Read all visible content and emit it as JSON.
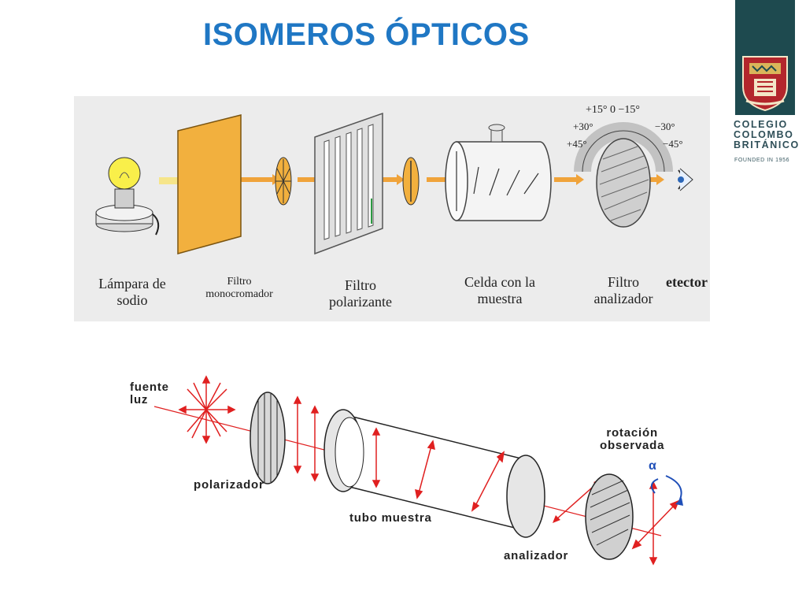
{
  "slide": {
    "title": "ISOMEROS ÓPTICOS",
    "accent_color": "#1f77c4",
    "brand": {
      "line1": "COLEGIO",
      "line2": "COLOMBO",
      "line3": "BRITÁNICO",
      "founded": "FOUNDED IN 1956",
      "color": "#1e4a4f"
    }
  },
  "upper_diagram": {
    "labels": {
      "lamp": [
        "Lámpara de",
        "sodio"
      ],
      "mono": [
        "Filtro",
        "monocromador"
      ],
      "polar": [
        "Filtro",
        "polarizante"
      ],
      "cell": [
        "Celda con la",
        "muestra"
      ],
      "analyzer": [
        "Filtro",
        "analizador"
      ],
      "detector": "etector"
    },
    "scale_ticks": {
      "top": "+15° 0 −15°",
      "mid_left": "+30°",
      "mid_right": "−30°",
      "low_left": "+45°",
      "low_right": "−45°"
    }
  },
  "lower_diagram": {
    "labels": {
      "source": [
        "fuente",
        "luz"
      ],
      "polarizer": "polarizador",
      "tube": "tubo muestra",
      "analyzer": "analizador",
      "rotation": [
        "rotación",
        "observada"
      ],
      "alpha": "α"
    }
  }
}
